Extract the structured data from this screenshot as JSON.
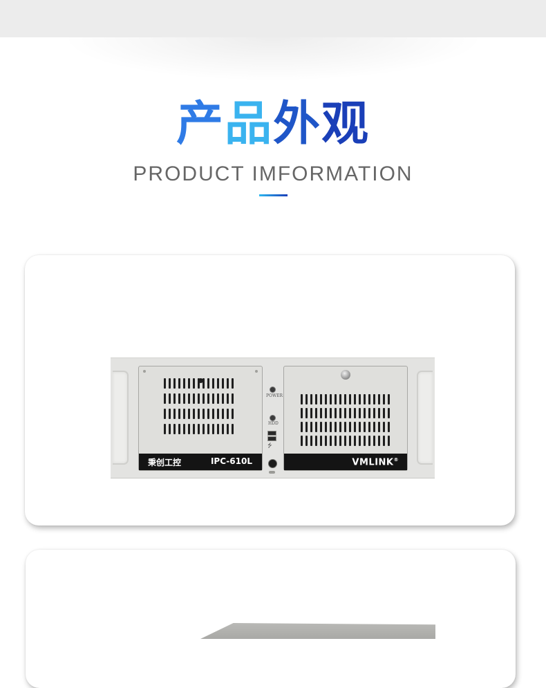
{
  "section": {
    "title_chars": [
      "产",
      "品",
      "外",
      "观"
    ],
    "title_colors": [
      "#2f7be6",
      "#3ab3ef",
      "#1f56c8",
      "#1a3fb8"
    ],
    "subtitle": "PRODUCT IMFORMATION",
    "accent_gradient": [
      "#2db7f0",
      "#1a3fb8"
    ]
  },
  "product_image": {
    "brand_cn": "秉创工控",
    "model": "IPC-610L",
    "brand_logo": "VMLINK",
    "registered_mark": "®",
    "power_label": "POWER",
    "hdd_label": "HDD",
    "usb_symbol": "⭍"
  },
  "icons": {
    "usb": "usb-icon",
    "lock": "lock-icon",
    "power": "power-button-icon"
  }
}
